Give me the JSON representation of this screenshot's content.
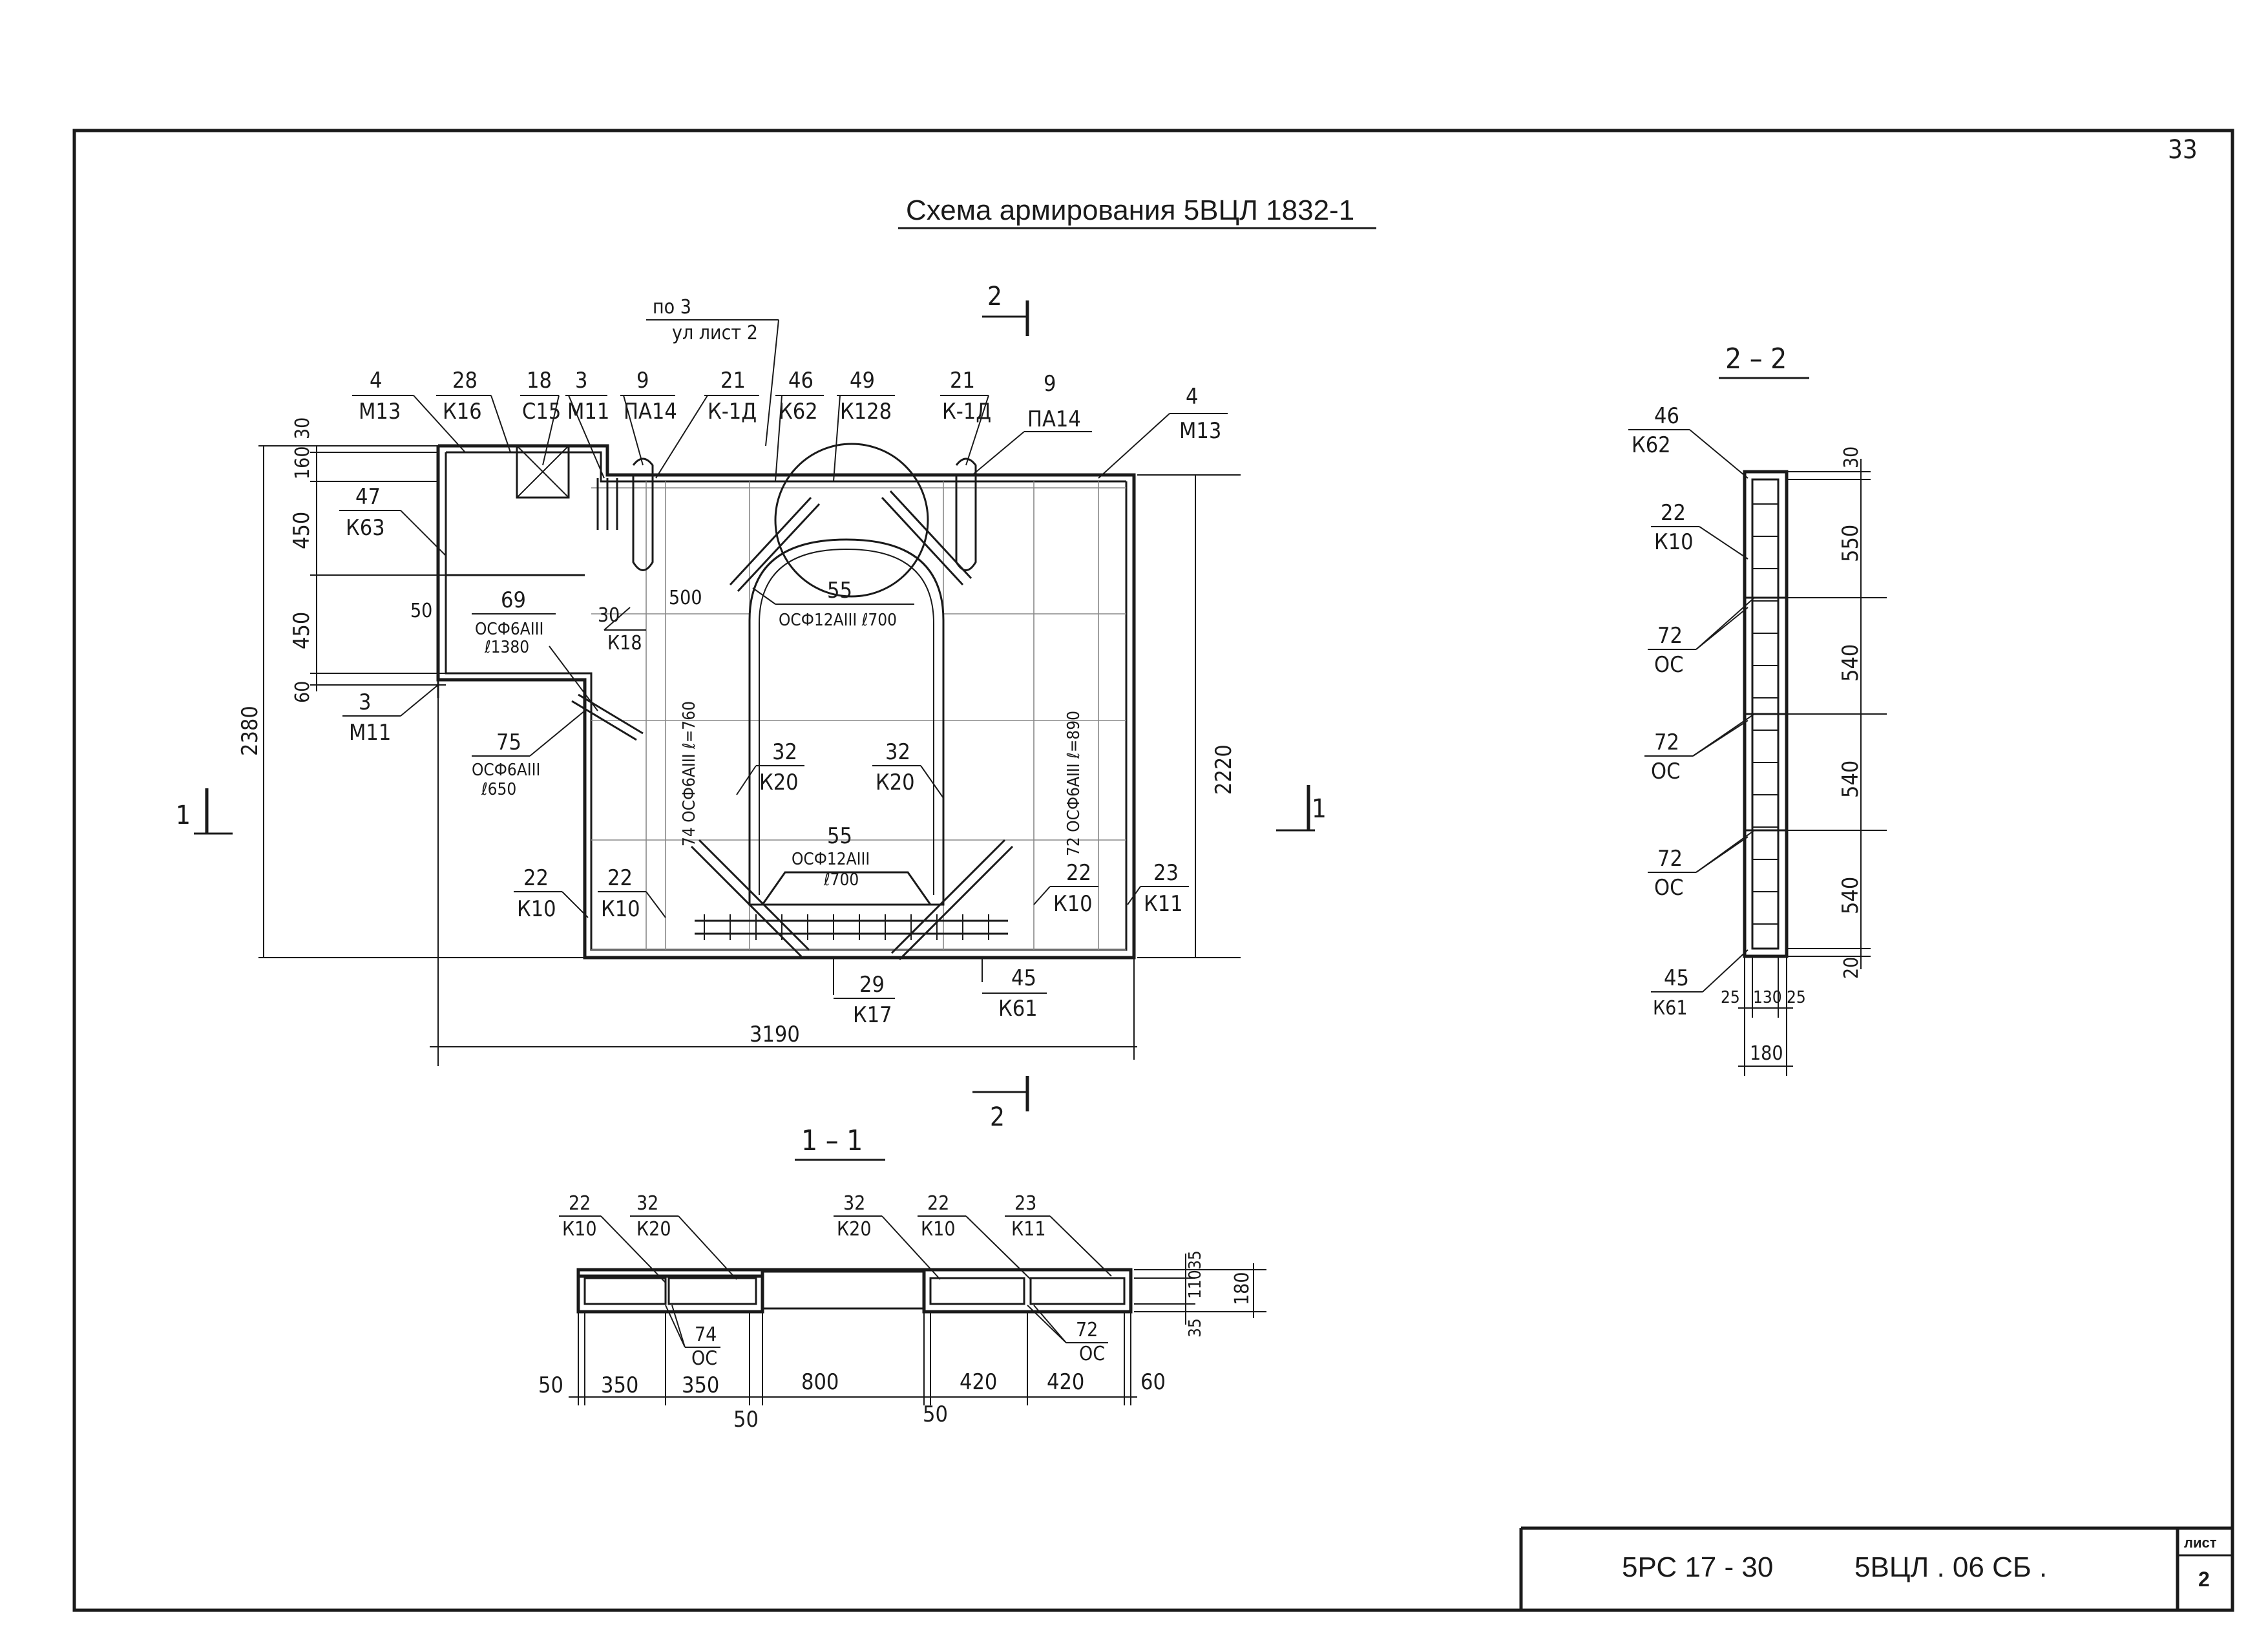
{
  "sheet": {
    "page_number": "33",
    "title": "Схема армирования 5ВЦЛ 1832-1",
    "stamp_doc": "5РС 17 - 30",
    "stamp_code": "5ВЦЛ . 06 СБ .",
    "stamp_sheet_label": "лист",
    "stamp_sheet_no": "2"
  },
  "plan": {
    "section_marks": {
      "s2_top": "2",
      "s2_bottom": "2",
      "s1_left": "1",
      "s1_right": "1"
    },
    "note_pos3": {
      "num": "по 3",
      "den": "ул лист 2"
    },
    "leaders": [
      {
        "num": "4",
        "den": "М13"
      },
      {
        "num": "28",
        "den": "К16"
      },
      {
        "num": "18",
        "den": "С15"
      },
      {
        "num": "3",
        "den": "М11"
      },
      {
        "num": "9",
        "den": "ПА14"
      },
      {
        "num": "21",
        "den": "К-1Д"
      },
      {
        "num": "46",
        "den": "К62"
      },
      {
        "num": "49",
        "den": "К128"
      },
      {
        "num": "21",
        "den": "К-1Д"
      },
      {
        "num": "9",
        "den": "ПА14"
      },
      {
        "num": "4",
        "den": "М13"
      },
      {
        "num": "47",
        "den": "К63"
      },
      {
        "num": "69",
        "den": "ОСФ6АIII"
      },
      {
        "num": "3",
        "den": "М11"
      },
      {
        "num": "75",
        "den": "ОСФ6АIII"
      },
      {
        "num": "30",
        "den": "К18"
      },
      {
        "num": "55",
        "den": "ОСФ12АIII ℓ700"
      },
      {
        "num": "32",
        "den": "К20"
      },
      {
        "num": "32",
        "den": "К20"
      },
      {
        "num": "55",
        "den": "ОСФ12АIII"
      },
      {
        "num": "22",
        "den": "К10"
      },
      {
        "num": "22",
        "den": "К10"
      },
      {
        "num": "22",
        "den": "К10"
      },
      {
        "num": "23",
        "den": "К11"
      },
      {
        "num": "29",
        "den": "К17"
      },
      {
        "num": "45",
        "den": "К61"
      }
    ],
    "extra_labels": {
      "l69_len": "ℓ1380",
      "l75_len": "ℓ650",
      "l55b_len": "ℓ700",
      "dim_500": "500",
      "dim_50": "50",
      "v74": "74  ОСФ6АIII  ℓ=760",
      "v72": "72  ОСФ6АIII  ℓ=890"
    },
    "dims_left": [
      "30",
      "160",
      "450",
      "450",
      "60"
    ],
    "dim_total_h": "2380",
    "dim_right_h": "2220",
    "dim_total_w": "3190"
  },
  "section_1_1": {
    "title": "1 – 1",
    "leaders": [
      {
        "num": "22",
        "den": "К10"
      },
      {
        "num": "32",
        "den": "К20"
      },
      {
        "num": "32",
        "den": "К20"
      },
      {
        "num": "22",
        "den": "К10"
      },
      {
        "num": "23",
        "den": "К11"
      },
      {
        "num": "74",
        "den": "ОС"
      },
      {
        "num": "72",
        "den": "ОС"
      }
    ],
    "dims_bottom": [
      "50",
      "350",
      "350",
      "800",
      "420",
      "420",
      "60"
    ],
    "dims_bottom_lower": [
      "50",
      "50"
    ],
    "dims_right": [
      "35",
      "110",
      "35",
      "180"
    ]
  },
  "section_2_2": {
    "title": "2 – 2",
    "leaders": [
      {
        "num": "46",
        "den": "К62"
      },
      {
        "num": "22",
        "den": "К10"
      },
      {
        "num": "72",
        "den": "ОС"
      },
      {
        "num": "72",
        "den": "ОС"
      },
      {
        "num": "72",
        "den": "ОС"
      },
      {
        "num": "45",
        "den": "К61"
      }
    ],
    "dims_right": [
      "30",
      "550",
      "540",
      "540",
      "540",
      "20"
    ],
    "dims_bottom": [
      "25",
      "130",
      "25"
    ],
    "dim_total": "180"
  }
}
